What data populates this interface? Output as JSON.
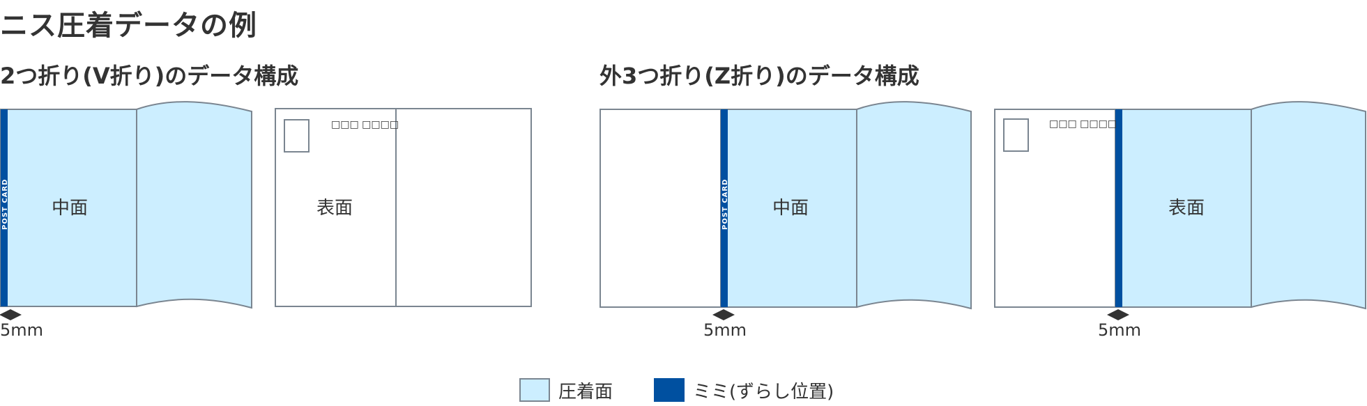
{
  "title": "ニス圧着データの例",
  "v_fold": {
    "heading": "2つ折り(V折り)のデータ構成",
    "panel_inner_label": "中面",
    "spine_text": "POST CARD",
    "panel_front_label": "表面",
    "postal_dashes": "□□□ □□□□",
    "dimension_label": "5mm"
  },
  "z_fold": {
    "heading": "外3つ折り(Z折り)のデータ構成",
    "panel_inner_label": "中面",
    "spine_text": "POST CARD",
    "panel_front_label": "表面",
    "postal_dashes": "□□□ □□□□",
    "dimension_label_inner": "5mm",
    "dimension_label_front": "5mm"
  },
  "legend": {
    "items": [
      {
        "label": "圧着面",
        "color": "#cceeff"
      },
      {
        "label": "ミミ(ずらし位置)",
        "color": "#0050a0"
      }
    ]
  },
  "colors": {
    "adhesive": "#cceeff",
    "margin": "#0050a0",
    "outline": "#7a8590"
  }
}
